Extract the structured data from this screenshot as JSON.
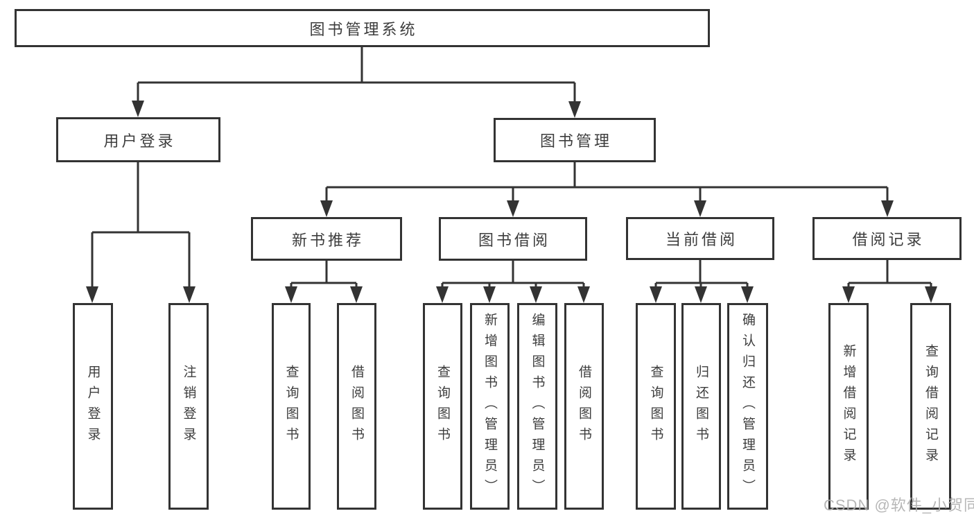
{
  "diagram_title": "图书管理系统",
  "nodes": {
    "root": {
      "label": "图书管理系统"
    },
    "level2": [
      {
        "label": "用户登录"
      },
      {
        "label": "图书管理"
      }
    ],
    "level3": [
      {
        "label": "新书推荐",
        "parent": "图书管理"
      },
      {
        "label": "图书借阅",
        "parent": "图书管理"
      },
      {
        "label": "当前借阅",
        "parent": "图书管理"
      },
      {
        "label": "借阅记录",
        "parent": "图书管理"
      }
    ],
    "leaves": [
      {
        "label": "用户登录",
        "parent": "用户登录"
      },
      {
        "label": "注销登录",
        "parent": "用户登录"
      },
      {
        "label": "查询图书",
        "parent": "新书推荐"
      },
      {
        "label": "借阅图书",
        "parent": "新书推荐"
      },
      {
        "label": "查询图书",
        "parent": "图书借阅"
      },
      {
        "label": "新增图书（管理员）",
        "parent": "图书借阅"
      },
      {
        "label": "编辑图书（管理员）",
        "parent": "图书借阅"
      },
      {
        "label": "借阅图书",
        "parent": "图书借阅"
      },
      {
        "label": "查询图书",
        "parent": "当前借阅"
      },
      {
        "label": "归还图书",
        "parent": "当前借阅"
      },
      {
        "label": "确认归还（管理员）",
        "parent": "当前借阅"
      },
      {
        "label": "新增借阅记录",
        "parent": "借阅记录"
      },
      {
        "label": "查询借阅记录",
        "parent": "借阅记录"
      }
    ]
  },
  "watermark": {
    "text": "CSDN @软件_小贺同学"
  },
  "colors": {
    "line": "#333333",
    "box_border": "#333333",
    "text": "#3d3d3d",
    "background": "#ffffff",
    "watermark": "#afafaf"
  }
}
